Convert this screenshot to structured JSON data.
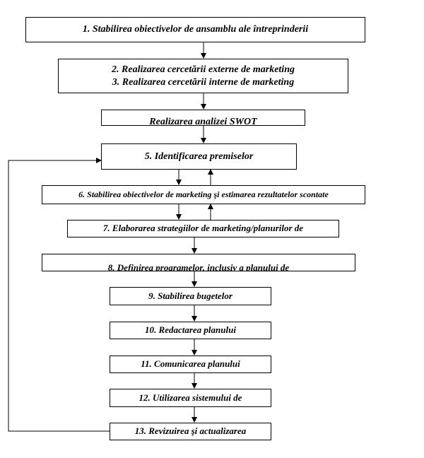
{
  "steps": [
    {
      "lines": [
        "1. Stabilirea obiectivelor de ansamblu ale întreprinderii"
      ]
    },
    {
      "lines": [
        "2. Realizarea cercetării externe de marketing",
        "3. Realizarea cercetării interne de marketing"
      ]
    },
    {
      "lines": [
        "Realizarea analizei SWOT"
      ]
    },
    {
      "lines": [
        "5. Identificarea premiselor"
      ]
    },
    {
      "lines": [
        "6. Stabilirea obiectivelor de marketing şi estimarea rezultatelor scontate"
      ]
    },
    {
      "lines": [
        "7. Elaborarea strategiilor de marketing/planurilor de"
      ]
    },
    {
      "lines": [
        "8. Definirea programelor, inclusiv a planului de"
      ]
    },
    {
      "lines": [
        "9. Stabilirea bugetelor"
      ]
    },
    {
      "lines": [
        "10. Redactarea planului"
      ]
    },
    {
      "lines": [
        "11. Comunicarea planului"
      ]
    },
    {
      "lines": [
        "12. Utilizarea sistemului de"
      ]
    },
    {
      "lines": [
        "13. Revizuirea şi actualizarea"
      ]
    }
  ],
  "colors": {
    "stroke": "#000000",
    "background": "#ffffff"
  }
}
